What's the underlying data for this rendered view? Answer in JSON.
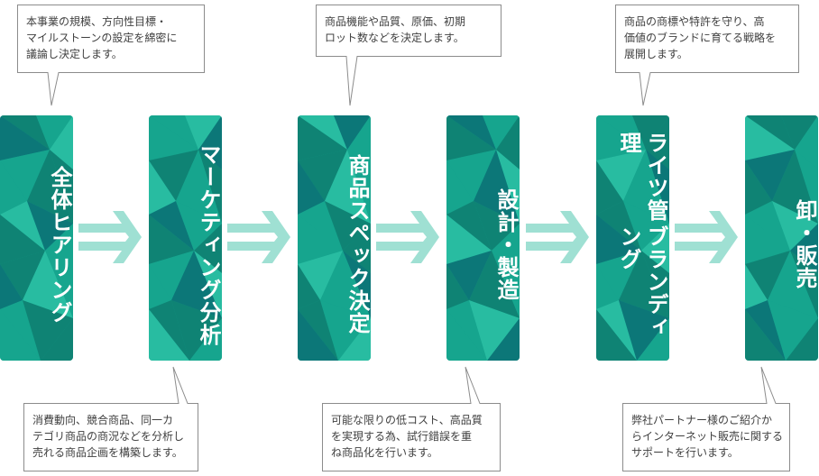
{
  "steps": [
    {
      "label_lines": [
        "全体ヒアリング"
      ]
    },
    {
      "label_lines": [
        "マーケティング分析"
      ]
    },
    {
      "label_lines": [
        "商品スペック決定"
      ]
    },
    {
      "label_lines": [
        "設計・製造"
      ]
    },
    {
      "label_lines": [
        "ライツ管理",
        "ブランディング"
      ]
    },
    {
      "label_lines": [
        "卸・販売"
      ]
    }
  ],
  "callouts": {
    "top_1": "本事業の規模、方向性目標・\nマイルストーンの設定を綿密に\n議論し決定します。",
    "top_2": "商品機能や品質、原価、初期\nロット数などを決定します。",
    "top_3": "商品の商標や特許を守り、高\n価値のブランドに育てる戦略を\n展開します。",
    "bottom_1": "消費動向、競合商品、同一カ\nテゴリ商品の商況などを分析し\n売れる商品企画を構築します。",
    "bottom_2": "可能な限りの低コスト、高品質\nを実現する為、試行錯誤を重\nね商品化を行います。",
    "bottom_3": "弊社パートナー様のご紹介か\nらインターネット販売に関する\nサポートを行います。"
  },
  "colors": {
    "panel_dark": "#0e7d70",
    "panel_mid": "#16a58e",
    "panel_light": "#2cc0a4",
    "panel_deep": "#0b6f74",
    "arrow": "#9fe0d3",
    "callout_border": "#8c8c8c",
    "callout_text": "#404040"
  }
}
